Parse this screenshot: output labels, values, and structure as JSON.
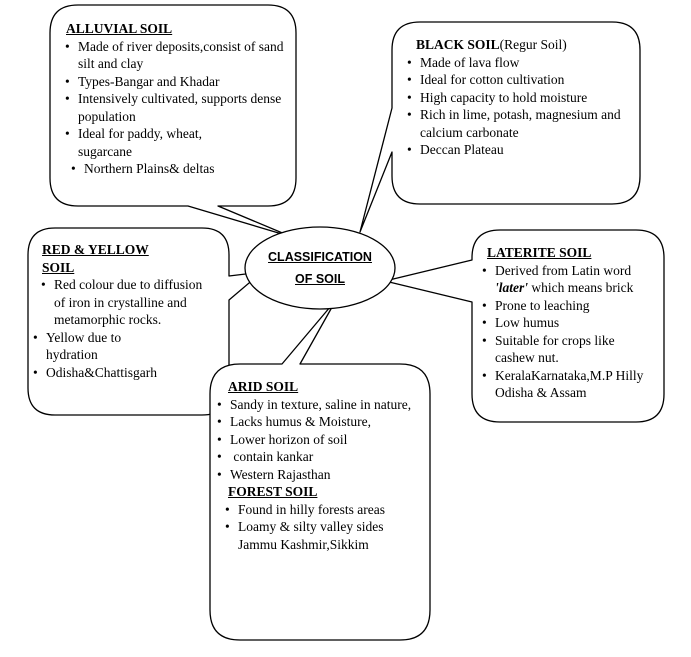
{
  "center": {
    "line1": "CLASSIFICATION",
    "line2": "OF  SOIL"
  },
  "alluvial": {
    "title": "ALLUVIAL SOIL",
    "items": [
      "Made of river deposits,consist of   sand silt and clay",
      "Types-Bangar and Khadar",
      "Intensively cultivated, supports dense population",
      "Ideal for paddy, wheat, sugarcane",
      "Northern Plains& deltas"
    ]
  },
  "black": {
    "title": "BLACK SOIL",
    "subtitle": "(Regur Soil)",
    "items": [
      "Made of lava flow",
      "Ideal for cotton cultivation",
      "High capacity to hold moisture",
      "Rich in lime, potash, magnesium and calcium carbonate",
      "Deccan Plateau"
    ]
  },
  "red_yellow": {
    "title_line1": "RED & YELLOW",
    "title_line2": "SOIL",
    "items": [
      "Red colour due to diffusion of iron in crystalline and metamorphic rocks.",
      "Yellow due to hydration",
      "Odisha&Chattisgarh"
    ]
  },
  "laterite": {
    "title": "LATERITE SOIL",
    "items": [
      {
        "pre": "Derived from Latin word ",
        "em": "'later'",
        "post": " which means brick"
      },
      "Prone to leaching",
      "Low humus",
      "Suitable for crops like cashew nut.",
      "KeralaKarnataka,M.P Hilly Odisha & Assam"
    ]
  },
  "arid": {
    "title": "ARID SOIL",
    "items": [
      "Sandy in texture, saline in nature,",
      "Lacks humus & Moisture,",
      "Lower horizon of soil",
      " contain kankar",
      "Western Rajasthan"
    ]
  },
  "forest": {
    "title": "FOREST SOIL",
    "items": [
      "Found in  hilly forests areas",
      "Loamy & silty valley sides Jammu Kashmir,Sikkim"
    ]
  }
}
